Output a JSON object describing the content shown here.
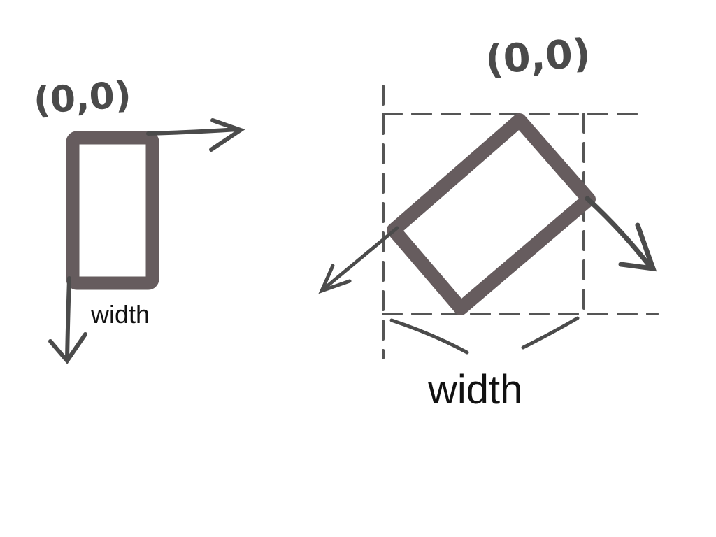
{
  "left_diagram": {
    "origin_label": "(0,0)",
    "width_label": "width"
  },
  "right_diagram": {
    "origin_label": "(0,0)",
    "width_label": "width"
  },
  "colors": {
    "rect_stroke": "#665c5e",
    "arrow": "#4b4b4b",
    "dashed": "#555555",
    "text": "#111111"
  }
}
